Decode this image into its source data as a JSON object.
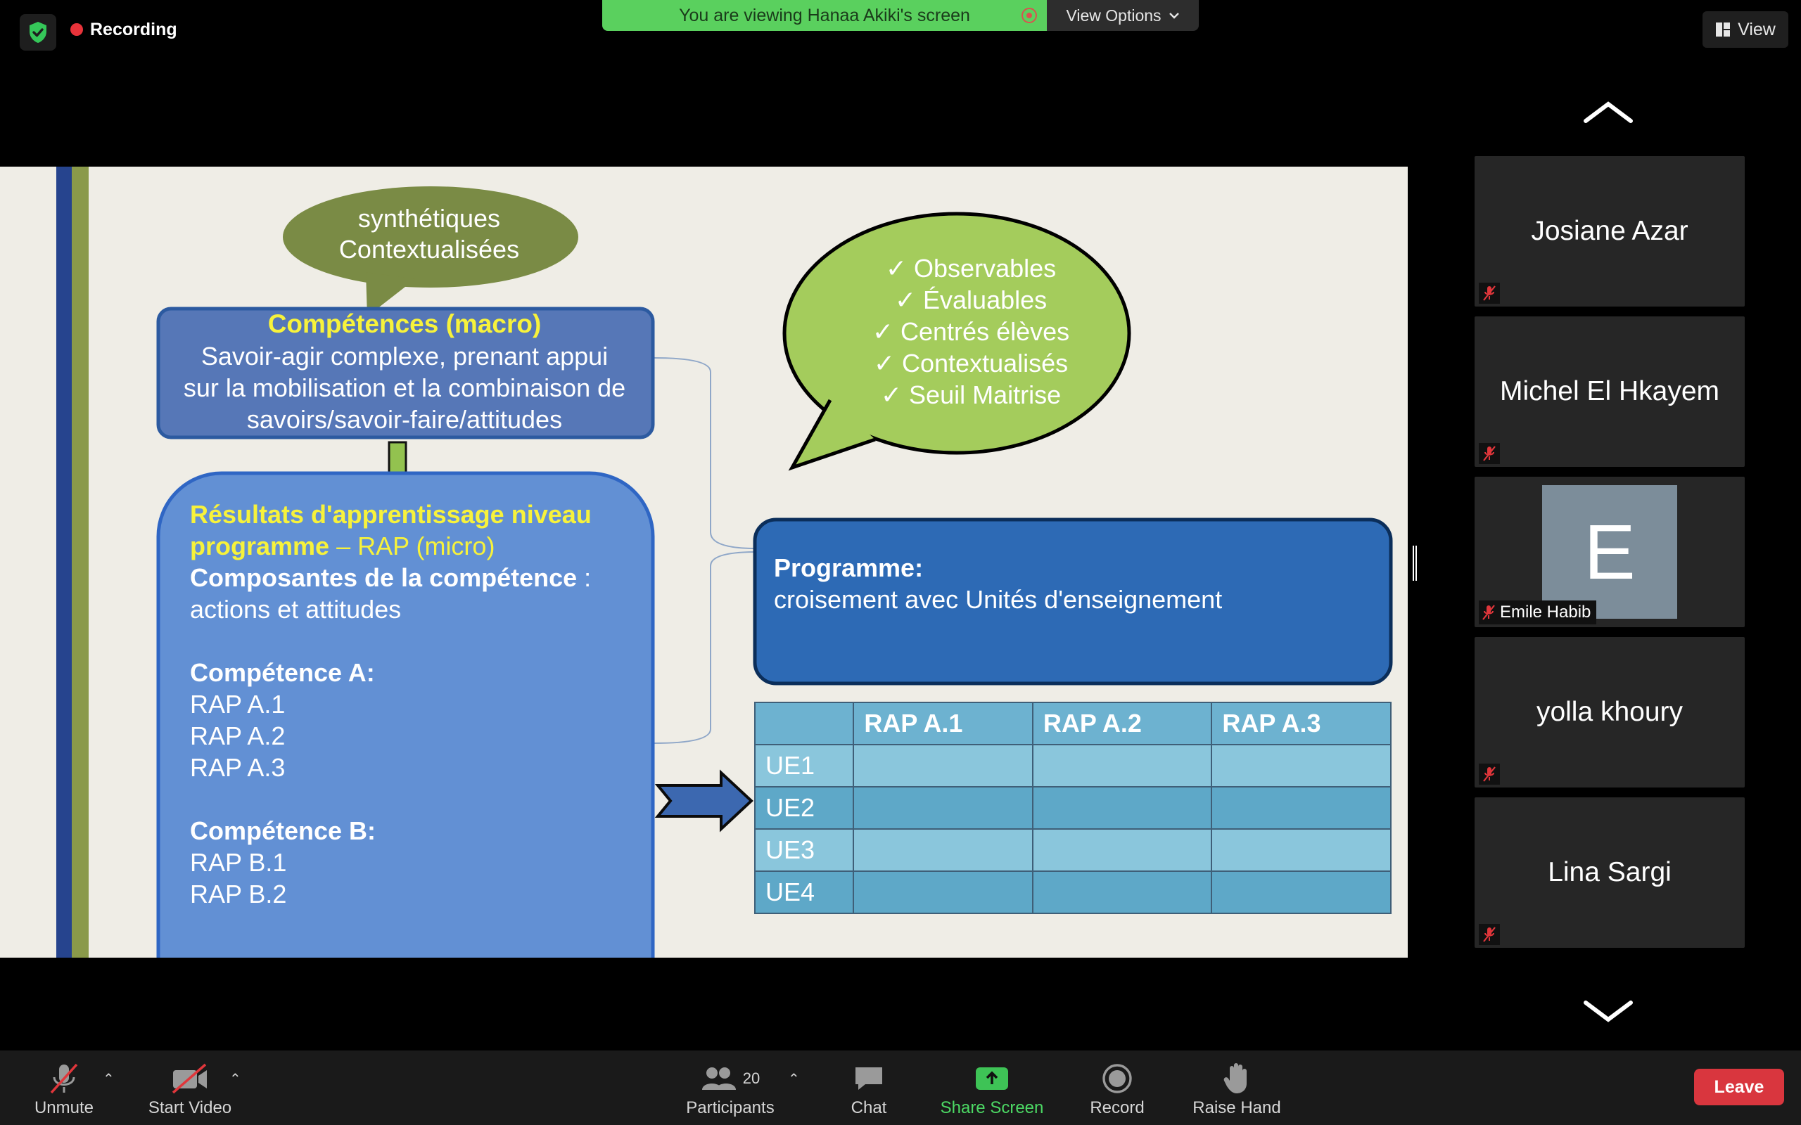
{
  "top_bar": {
    "recording_label": "Recording",
    "viewing_banner": "You are viewing Hanaa Akiki's screen",
    "view_options_label": "View Options",
    "view_label": "View"
  },
  "slide": {
    "olive_bubble": [
      "synthétiques",
      "Contextualisées"
    ],
    "macro_title": "Compétences (macro)",
    "macro_body": [
      "Savoir-agir complexe, prenant appui",
      "sur la mobilisation et la combinaison de",
      "savoirs/savoir-faire/attitudes"
    ],
    "green_bubble_items": [
      "Observables",
      "Évaluables",
      "Centrés élèves",
      "Contextualisés",
      "Seuil Maitrise"
    ],
    "rap_box": {
      "title_yellow_1": "Résultats d'apprentissage niveau",
      "title_yellow_2": "programme",
      "title_suffix": " – RAP (micro)",
      "components_bold": "Composantes de la compétence",
      "components_rest": " :",
      "components_line2": "actions et attitudes",
      "comp_a": "Compétence A:",
      "comp_a_items": [
        "RAP A.1",
        "RAP A.2",
        "RAP A.3"
      ],
      "comp_b": "Compétence B:",
      "comp_b_items": [
        "RAP B.1",
        "RAP B.2"
      ]
    },
    "programme_title": "Programme:",
    "programme_body": "croisement avec Unités d'enseignement",
    "table": {
      "headers": [
        "",
        "RAP A.1",
        "RAP A.2",
        "RAP A.3"
      ],
      "rows": [
        "UE1",
        "UE2",
        "UE3",
        "UE4"
      ]
    }
  },
  "participants": [
    {
      "name": "Josiane Azar"
    },
    {
      "name": "Michel El Hkayem"
    },
    {
      "name": "Emile Habib",
      "initial": "E"
    },
    {
      "name": "yolla khoury"
    },
    {
      "name": "Lina Sargi"
    }
  ],
  "toolbar": {
    "unmute": "Unmute",
    "start_video": "Start Video",
    "participants_count": "20",
    "participants": "Participants",
    "chat": "Chat",
    "share_screen": "Share Screen",
    "record": "Record",
    "raise_hand": "Raise Hand",
    "leave": "Leave"
  },
  "colors": {
    "banner_green": "#5ad05e",
    "slide_bg": "#efede6",
    "box_blue": "#3d6db5",
    "bubble_green": "#a4cc5c",
    "olive": "#7a8b45",
    "leave_red": "#d9363e"
  }
}
